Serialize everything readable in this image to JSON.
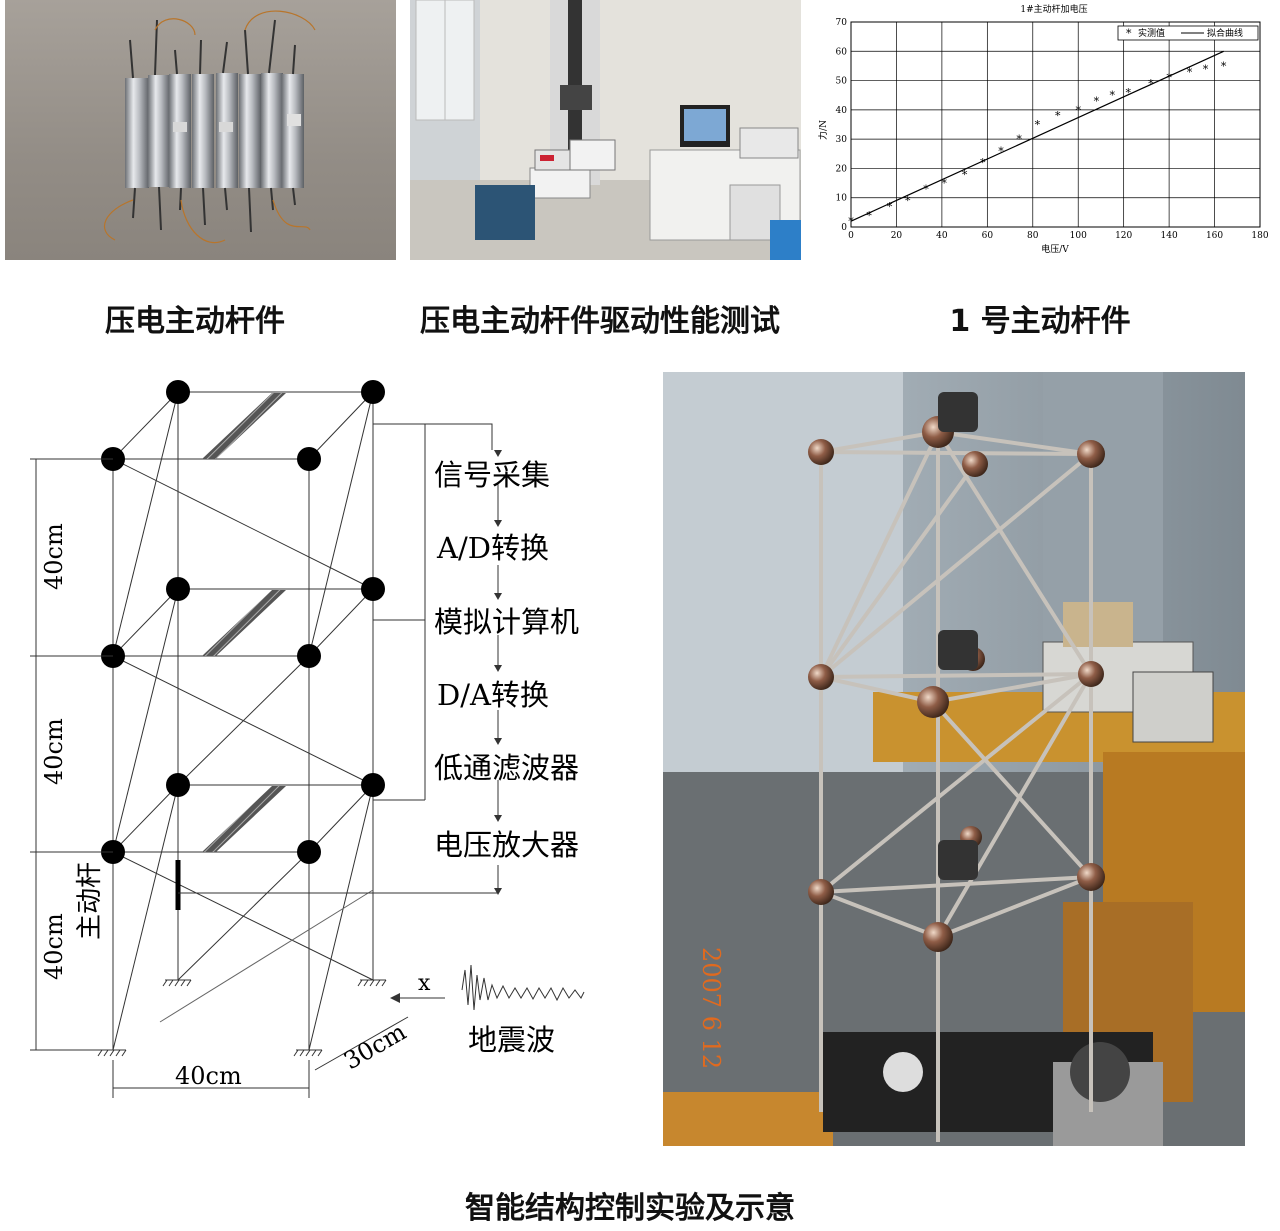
{
  "captions": {
    "rod": "压电主动杆件",
    "test": "压电主动杆件驱动性能测试",
    "chart": "1 号主动杆件",
    "bottom": "智能结构控制实验及示意"
  },
  "chart_data": {
    "type": "scatter",
    "title": "1#主动杆加电压",
    "xlabel": "电压/V",
    "ylabel": "力/N",
    "xlim": [
      0,
      180
    ],
    "ylim": [
      0,
      70
    ],
    "xticks": [
      0,
      20,
      40,
      60,
      80,
      100,
      120,
      140,
      160,
      180
    ],
    "yticks": [
      0,
      10,
      20,
      30,
      40,
      50,
      60,
      70
    ],
    "grid": true,
    "legend_position": "top-right",
    "series": [
      {
        "name": "实测值",
        "kind": "marker",
        "x": [
          0,
          8,
          17,
          25,
          33,
          41,
          50,
          58,
          66,
          74,
          82,
          91,
          100,
          108,
          115,
          122,
          132,
          140,
          149,
          156,
          164
        ],
        "y": [
          2,
          4,
          7,
          9,
          13,
          15,
          18,
          22,
          26,
          30,
          35,
          38,
          40,
          43,
          45,
          46,
          49,
          51,
          53,
          54,
          55
        ]
      },
      {
        "name": "拟合曲线",
        "kind": "line",
        "x": [
          0,
          164
        ],
        "y": [
          2,
          60
        ]
      }
    ]
  },
  "schematic": {
    "flow": [
      "信号采集",
      "A/D转换",
      "模拟计算机",
      "D/A转换",
      "低通滤波器",
      "电压放大器"
    ],
    "dims": {
      "story_height": "40cm",
      "width": "40cm",
      "depth": "30cm",
      "active_rod": "主动杆"
    },
    "x_label": "x",
    "earthquake": "地震波"
  },
  "photo_stamp": "2007 6 12"
}
